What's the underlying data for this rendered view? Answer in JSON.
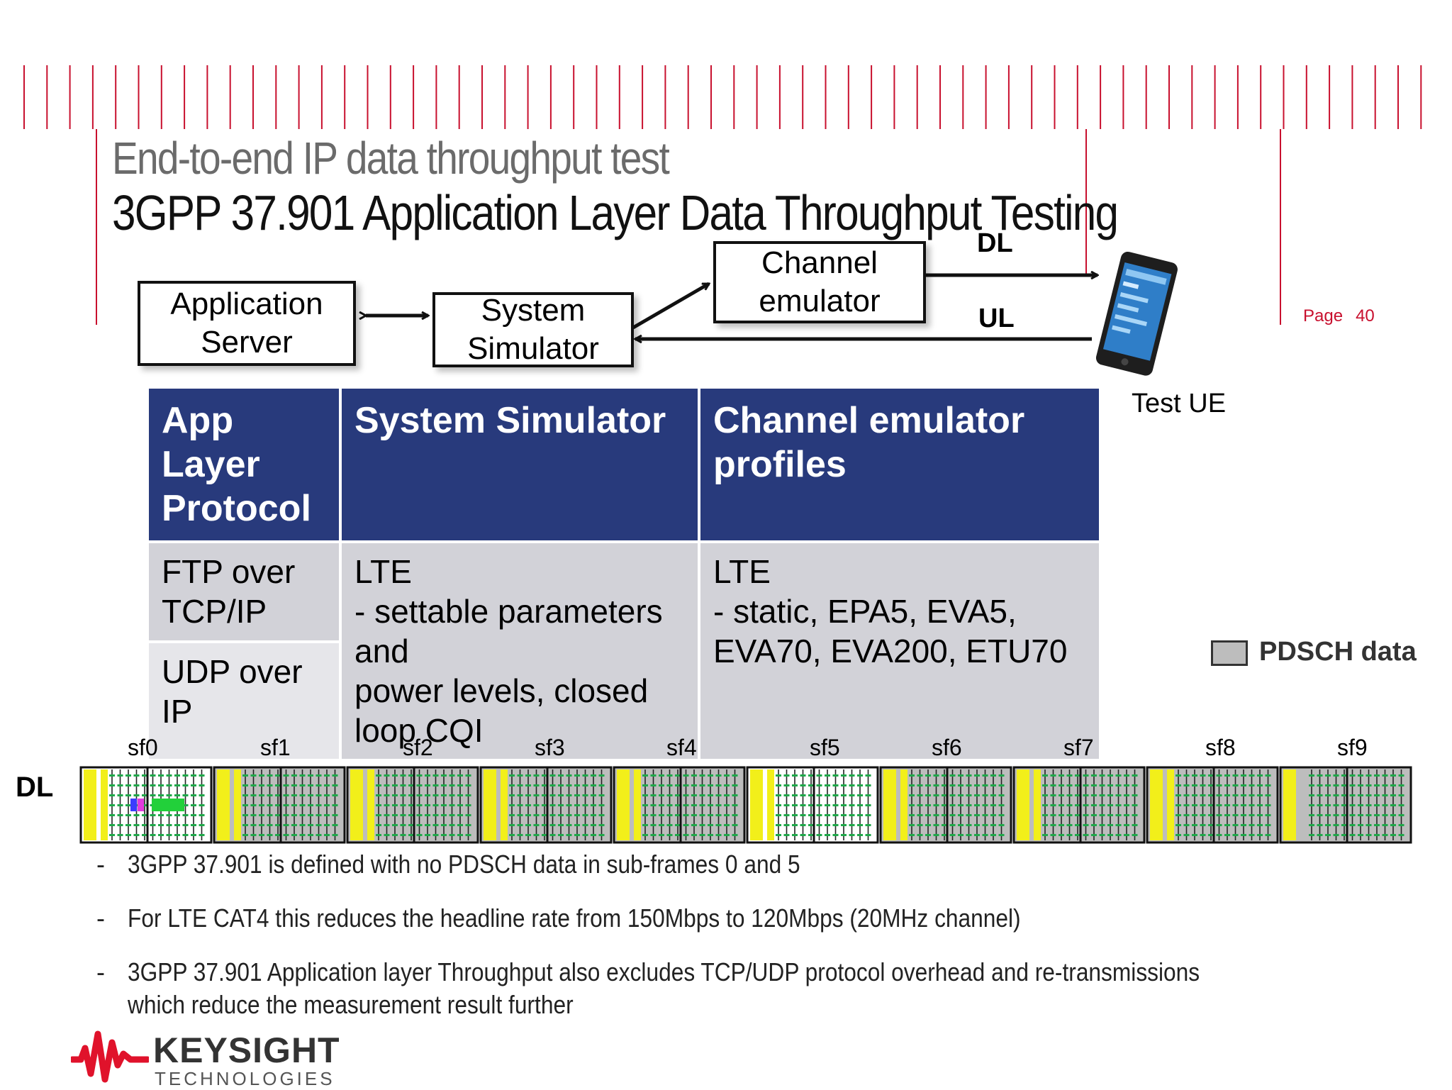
{
  "slide": {
    "title": "End-to-end IP data throughput test",
    "subtitle": "3GPP 37.901 Application Layer Data Throughput Testing",
    "page_label": "Page",
    "page_number": "40"
  },
  "diagram": {
    "app_server": "Application Server",
    "system_simulator": "System Simulator",
    "channel_emulator": "Channel emulator",
    "dl_label": "DL",
    "ul_label": "UL",
    "ue_label": "Test UE"
  },
  "table": {
    "headers": [
      "App Layer Protocol",
      "System Simulator",
      "Channel emulator profiles"
    ],
    "protocols": [
      "FTP over TCP/IP",
      "UDP over IP"
    ],
    "sim_text": "LTE\n- settable parameters and\npower levels, closed loop CQI",
    "emu_text": "LTE\n- static, EPA5, EVA5, EVA70, EVA200, ETU70"
  },
  "legend": {
    "label": "PDSCH data",
    "color": "#bdbdbd"
  },
  "subframes": {
    "row_label": "DL",
    "labels": [
      "sf0",
      "sf1",
      "sf2",
      "sf3",
      "sf4",
      "sf5",
      "sf6",
      "sf7",
      "sf8",
      "sf9"
    ],
    "pdsch_data": [
      false,
      true,
      true,
      true,
      true,
      false,
      true,
      true,
      true,
      true
    ]
  },
  "bullets": [
    "3GPP 37.901 is defined with no PDSCH data in sub-frames 0 and 5",
    "For LTE CAT4 this reduces the headline rate from 150Mbps to 120Mbps (20MHz channel)",
    "3GPP 37.901 Application layer Throughput also excludes TCP/UDP protocol overhead and re-transmissions which reduce the measurement result further"
  ],
  "logo": {
    "name": "KEYSIGHT",
    "sub": "TECHNOLOGIES"
  },
  "colors": {
    "accent": "#c8102e",
    "header_bg": "#283a7c"
  }
}
